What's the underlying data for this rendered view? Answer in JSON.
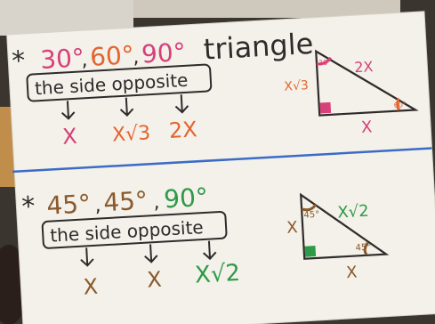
{
  "top": {
    "angles": [
      {
        "text": "30°",
        "color": "#d8407a"
      },
      {
        "text": "60°",
        "color": "#e4642e"
      },
      {
        "text": "90°",
        "color": "#d8407a"
      }
    ],
    "word": "triangle",
    "label": "the side opposite",
    "sides": [
      {
        "text": "X",
        "color": "#d8407a"
      },
      {
        "text": "X√3",
        "color": "#e4642e"
      },
      {
        "text": "2X",
        "color": "#e4642e"
      }
    ],
    "figure": {
      "hyp": "2X",
      "leg_long": "X√3",
      "leg_short": "X",
      "ang_top": "30°",
      "ang_right": "60°"
    }
  },
  "bottom": {
    "angles": [
      {
        "text": "45°",
        "color": "#8a5a2c"
      },
      {
        "text": "45°",
        "color": "#8a5a2c"
      },
      {
        "text": "90°",
        "color": "#2d9a47"
      }
    ],
    "label": "the side opposite",
    "sides": [
      {
        "text": "X",
        "color": "#8a5a2c"
      },
      {
        "text": "X",
        "color": "#8a5a2c"
      },
      {
        "text": "X√2",
        "color": "#2d9a47"
      }
    ],
    "figure": {
      "hyp": "X√2",
      "leg_left": "X",
      "leg_bottom": "X",
      "ang_top": "45°",
      "ang_right": "45°"
    }
  },
  "colors": {
    "paper": "#f3f1ea",
    "blue_line": "#3b6bc6",
    "ink": "#2f2b2b"
  }
}
